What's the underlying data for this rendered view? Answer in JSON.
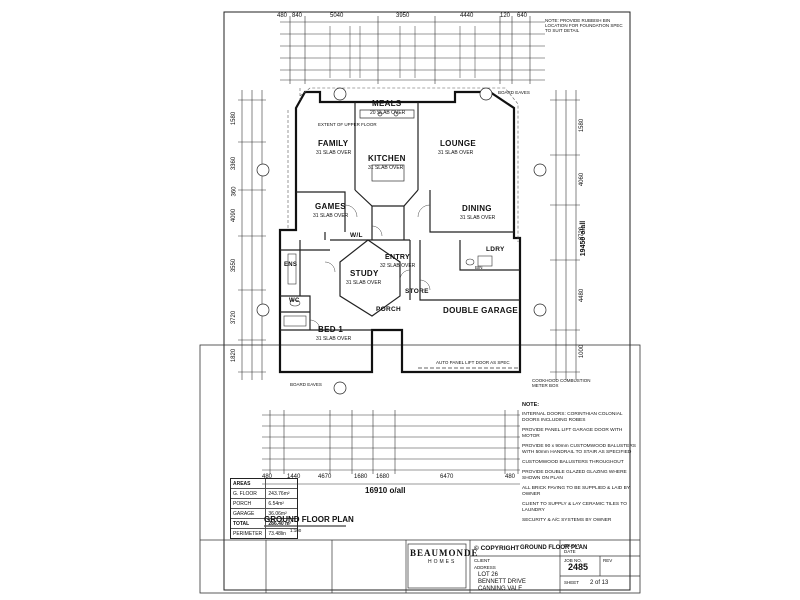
{
  "top_dims": [
    "480",
    "840",
    "5040",
    "3950",
    "4440",
    "120",
    "640"
  ],
  "top_right_note": "NOTE: PROVIDE RUBBISH BIN LOCATION FOR FOUNDATION SPEC TO SUIT DETAIL",
  "side_dims_left": [
    "1580",
    "3360",
    "360",
    "4090",
    "3550",
    "3720",
    "1820"
  ],
  "side_dims_right": [
    "1580",
    "4060",
    "2720",
    "4480",
    "1000",
    "19450 o/all"
  ],
  "bottom_dims": [
    "480",
    "1440",
    "4670",
    "1680",
    "1680",
    "6470",
    "480"
  ],
  "overall_width": "16910 o/all",
  "rooms": {
    "meals": {
      "name": "MEALS",
      "sub": "20 SLAB OVER"
    },
    "family": {
      "name": "FAMILY",
      "sub": "31 SLAB OVER"
    },
    "kitchen": {
      "name": "KITCHEN",
      "sub": "31 SLAB OVER"
    },
    "lounge": {
      "name": "LOUNGE",
      "sub": "31 SLAB OVER"
    },
    "games": {
      "name": "GAMES",
      "sub": "31 SLAB OVER"
    },
    "dining": {
      "name": "DINING",
      "sub": "31 SLAB OVER"
    },
    "wil": {
      "name": "W/L"
    },
    "entry": {
      "name": "ENTRY",
      "sub": "32 SLAB OVER"
    },
    "study": {
      "name": "STUDY",
      "sub": "31 SLAB OVER"
    },
    "ldry": {
      "name": "LDRY"
    },
    "store": {
      "name": "STORE"
    },
    "porch": {
      "name": "PORCH"
    },
    "double_garage": {
      "name": "DOUBLE GARAGE"
    },
    "bed1": {
      "name": "BED 1",
      "sub": "31 SLAB OVER"
    },
    "wc": {
      "name": "WC"
    },
    "ens": {
      "name": "ENS"
    }
  },
  "plan_notes": {
    "bin": "BIN",
    "auto_door": "AUTO PANEL LIFT DOOR AS SPEC",
    "board_eaves_left": "BOARD EAVES",
    "board_eaves_right": "BOARD EAVES",
    "extent_upper": "EXTENT OF UPPER FLOOR",
    "cookhood": "COOKHOOD COMBUSTION METER BOX"
  },
  "area_table": {
    "header": "AREAS",
    "rows": [
      {
        "label": "G. FLOOR",
        "value": "243.76m²"
      },
      {
        "label": "PORCH",
        "value": "6.54m²"
      },
      {
        "label": "GARAGE",
        "value": "36.06m²"
      },
      {
        "label": "TOTAL",
        "value": "286.40 m²"
      },
      {
        "label": "PERIMETER",
        "value": "73.48lin"
      }
    ]
  },
  "notes": {
    "heading": "NOTE:",
    "items": [
      "INTERNAL DOORS: CORINTHIAN COLONIAL DOORS INCLUDING ROBES",
      "PROVIDE PANEL LIFT GARAGE DOOR WITH MOTOR",
      "PROVIDE 90 x 90mm CUSTOMWOOD BALUSTERS WITH 50mm HANDRAIL TO STAIR AS SPECIFIED",
      "CUSTOMWOOD BALUSTERS THROUGHOUT",
      "PROVIDE DOUBLE GLAZED GLAZING WHERE SHOWN ON PLAN",
      "ALL BRICK PAVING TO BE SUPPLIED & LAID BY OWNER",
      "CLIENT TO SUPPLY & LAY CERAMIC TILES TO LAUNDRY",
      "SECURITY & A/C SYSTEMS BY OWNER"
    ]
  },
  "plan_title": "GROUND FLOOR PLAN",
  "plan_scale": "1:100",
  "title_block": {
    "brand": "BEAUMONDE",
    "brand_sub": "HOMES",
    "copyright": "© COPYRIGHT",
    "drawing_title": "GROUND FLOOR PLAN",
    "client_label": "CLIENT",
    "address_label": "ADDRESS",
    "lot": "LOT 26",
    "street": "BENNETT DRIVE",
    "suburb": "CANNING VALE",
    "job_label": "JOB NO.",
    "job_no": "2485",
    "sheet_label": "SHEET",
    "sheet": "2 of 13",
    "drawn_label": "DRAWN",
    "date_label": "DATE",
    "rev_label": "REV"
  }
}
